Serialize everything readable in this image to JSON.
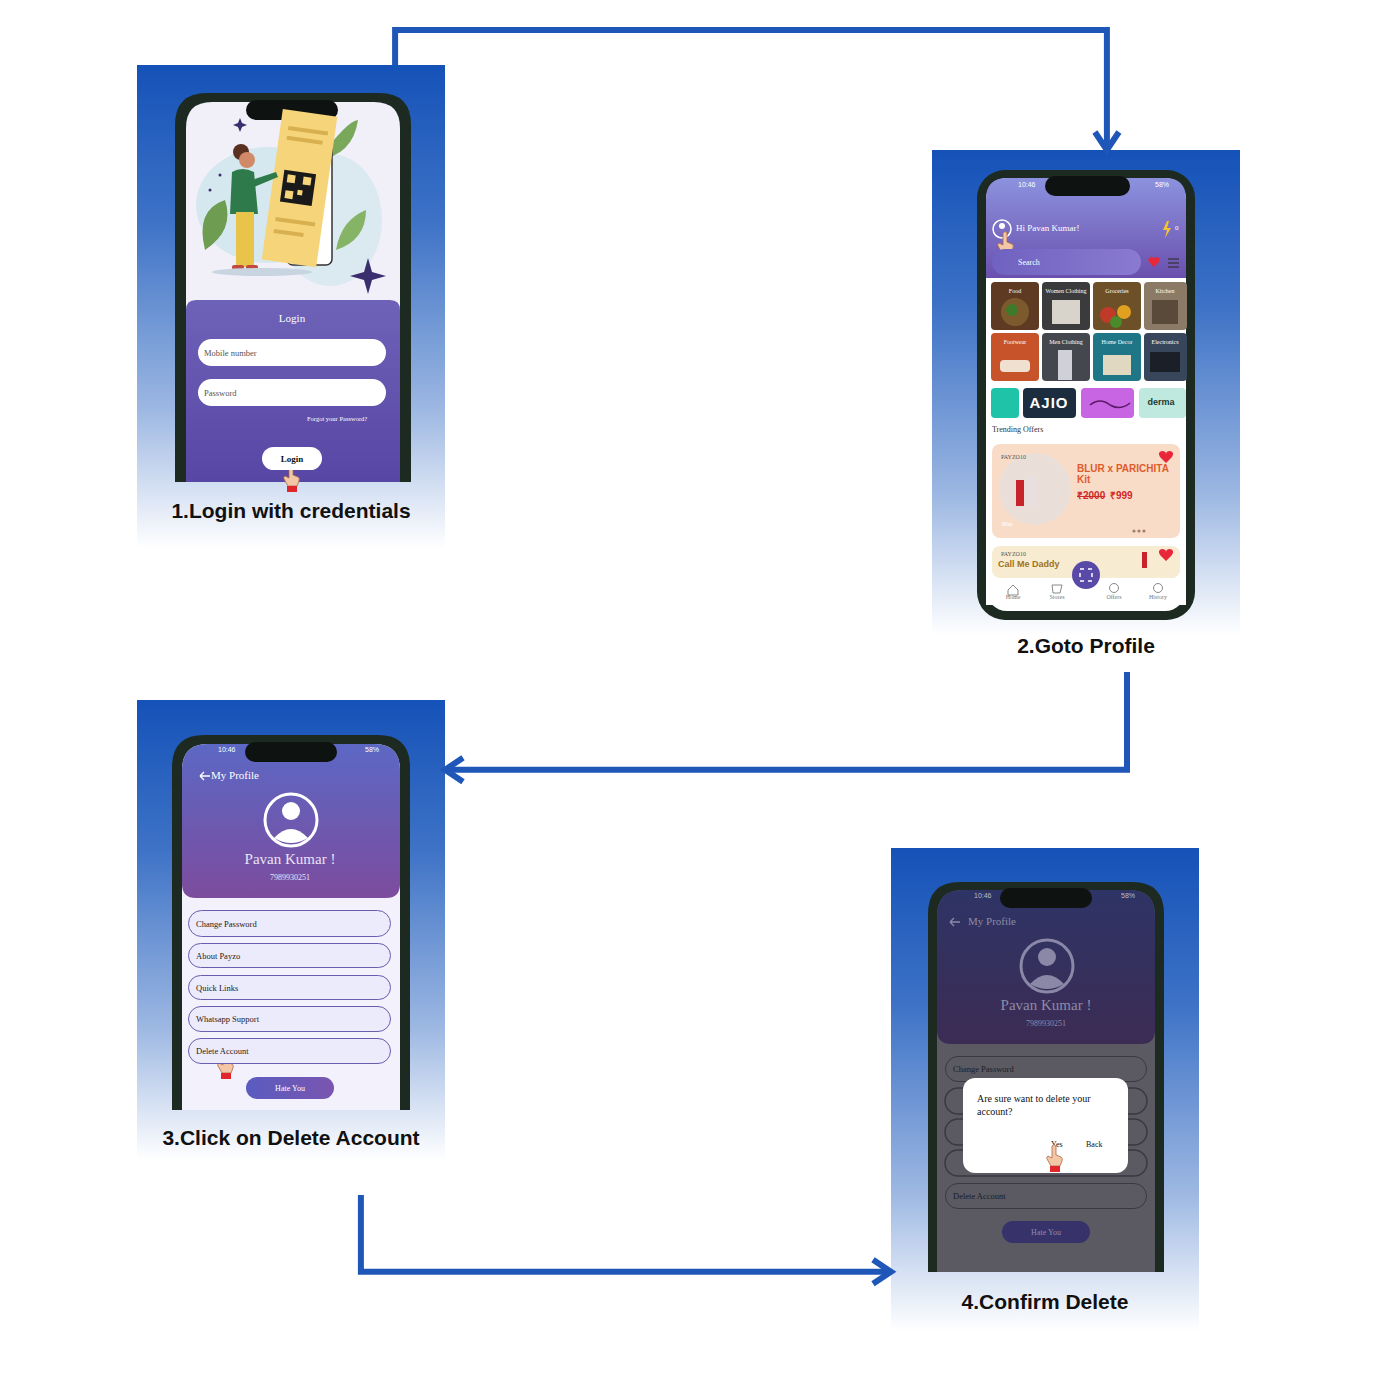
{
  "diagram": {
    "nodes": [
      {
        "text": [
          "1.Login with credentials"
        ]
      },
      {
        "text": [
          "Mobile number"
        ],
        "in": 0
      },
      {
        "text": [
          "Password"
        ],
        "in": 0
      },
      {
        "text": [
          "Login"
        ],
        "in": 0
      },
      {
        "text": [
          "2.Goto Profile"
        ]
      },
      {
        "text": [
          "Search"
        ],
        "in": 4
      },
      {
        "text": [
          "3.Click on Delete Account"
        ]
      },
      {
        "text": [
          "Change Password"
        ],
        "in": 6
      },
      {
        "text": [
          "About Payzo"
        ],
        "in": 6
      },
      {
        "text": [
          "Quick Links"
        ],
        "in": 6
      },
      {
        "text": [
          "Whatsapp Support"
        ],
        "in": 6
      },
      {
        "text": [
          "Delete Account"
        ],
        "in": 6
      },
      {
        "text": [
          "Hate You"
        ],
        "in": 6
      },
      {
        "text": [
          "4.Confirm Delete"
        ]
      },
      {
        "text": [
          "Change Password"
        ],
        "in": 13
      },
      {
        "text": [
          "Delete Account"
        ],
        "in": 13
      },
      {
        "text": [
          "Hate You"
        ],
        "in": 13
      },
      {
        "text": [
          "Are sure want to delete your account?",
          "Yes",
          "Back"
        ],
        "in": 13
      }
    ],
    "edges": [
      {
        "from": 0,
        "to": 4,
        "arrow": "to"
      },
      {
        "from": 4,
        "to": 6,
        "arrow": "to"
      },
      {
        "from": 6,
        "to": 13,
        "arrow": "to"
      }
    ],
    "labels": [
      "Login",
      "Forgot your Password?",
      "10:46",
      "58%",
      "Hi Pavan Kumar!",
      "0",
      "Food",
      "Women Clothing",
      "Groceries",
      "Kitchen",
      "Footwear",
      "Men Clothing",
      "Home Decor",
      "Electronics",
      "AJIO",
      "derma",
      "Trending Offers",
      "PAYZO10",
      "BLUR x PARICHITA Kit",
      "₹2000",
      "₹999",
      "Blur",
      "PAYZO10",
      "Call Me Daddy",
      "Home",
      "Stores",
      "Offers",
      "History",
      "10:46",
      "58%",
      "My Profile",
      "Pavan Kumar !",
      "7989930251",
      "10:46",
      "58%",
      "My Profile",
      "Pavan Kumar !",
      "7989930251"
    ]
  }
}
